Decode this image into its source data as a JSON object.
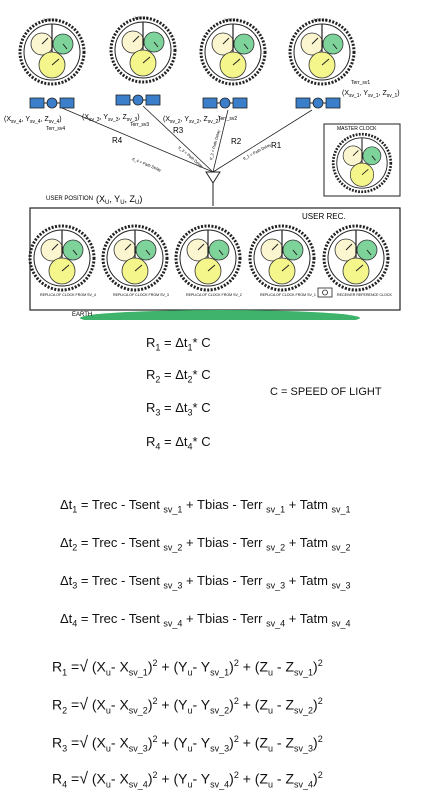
{
  "diagram": {
    "sv_coords": [
      {
        "pre": "(X",
        "a": "sv_4",
        "b": ", Y",
        "c": "sv_4",
        "d": ", Z",
        "e": "sv_4",
        "f": ")"
      },
      {
        "pre": "(X",
        "a": "sv_3",
        "b": ", Y",
        "c": "sv_3",
        "d": ", Z",
        "e": "sv_3",
        "f": ")"
      },
      {
        "pre": "(X",
        "a": "sv_2",
        "b": ", Y",
        "c": "sv_2",
        "d": ", Z",
        "e": "sv_2",
        "f": ")"
      },
      {
        "pre": "(X",
        "a": "sv_1",
        "b": ", Y",
        "c": "sv_1",
        "d": ", Z",
        "e": "sv_1",
        "f": ")"
      }
    ],
    "terr_labels": [
      "Terr_sv4",
      "Terr_sv3",
      "Terr_sv2",
      "Terr_sv1"
    ],
    "range_labels": [
      "R4",
      "R3",
      "R2",
      "R1"
    ],
    "path_delay_labels": [
      "tt_4 = Path Delay",
      "tt_3 = Path Delay",
      "tt_2 = Path Delay",
      "tt_1 = Path Delay"
    ],
    "clock_top_labels": [
      "1 SEC",
      "0"
    ],
    "master_clock": "MASTER CLOCK",
    "user_position": "USER POSITION",
    "user_coords": {
      "pre": "(X",
      "a": "U",
      "b": ", Y",
      "c": "U",
      "d": ", Z",
      "e": "U",
      "f": ")"
    },
    "user_rec": "USER REC.",
    "replica_labels": [
      "REPLICA OF CLOCK FROM SV_4",
      "REPLICA OF CLOCK FROM SV_3",
      "REPLICA OF CLOCK FROM SV_2",
      "REPLICA OF CLOCK FROM SV_1",
      "RECEIVER REFERENCE CLOCK"
    ],
    "earth": "EARTH"
  },
  "range_equations": [
    {
      "lhs": "R",
      "lhs_sub": "1",
      "rhs": "= Δt",
      "rhs_sub": "1",
      "tail": "* C"
    },
    {
      "lhs": "R",
      "lhs_sub": "2",
      "rhs": "= Δt",
      "rhs_sub": "2",
      "tail": "* C"
    },
    {
      "lhs": "R",
      "lhs_sub": "3",
      "rhs": "= Δt",
      "rhs_sub": "3",
      "tail": "* C"
    },
    {
      "lhs": "R",
      "lhs_sub": "4",
      "rhs": "= Δt",
      "rhs_sub": "4",
      "tail": "* C"
    }
  ],
  "speed_of_light": "C = SPEED OF LIGHT",
  "delta_equations": [
    {
      "n": "1",
      "sub": "sv_1"
    },
    {
      "n": "2",
      "sub": "sv_2"
    },
    {
      "n": "3",
      "sub": "sv_3"
    },
    {
      "n": "4",
      "sub": "sv_4"
    }
  ],
  "delta_terms": {
    "lead": "Δt",
    "eq": " = Trec - Tsent ",
    "tbias": " + Tbias - Terr ",
    "tatm": " + Tatm "
  },
  "distance_equations": [
    {
      "n": "1",
      "sub": "sv_1"
    },
    {
      "n": "2",
      "sub": "sv_2"
    },
    {
      "n": "3",
      "sub": "sv_3"
    },
    {
      "n": "4",
      "sub": "sv_4"
    }
  ],
  "distance_terms": {
    "R": "R",
    "eq": " =",
    "radical": "√",
    "xu": " (X",
    "u": "u",
    "minus_x": "- X",
    "yu": "(Y",
    "minus_y": "- Y",
    "zu": "(Z",
    "minus_z": " - Z",
    "close": ")",
    "sq": "2",
    "plus": " + "
  },
  "colors": {
    "clock_face_yellow": "#f4f58a",
    "clock_face_green": "#7ed39a",
    "clock_face_cream": "#fbf6cf",
    "satellite_blue": "#3b7ec9",
    "earth_green": "#3fb36b"
  }
}
